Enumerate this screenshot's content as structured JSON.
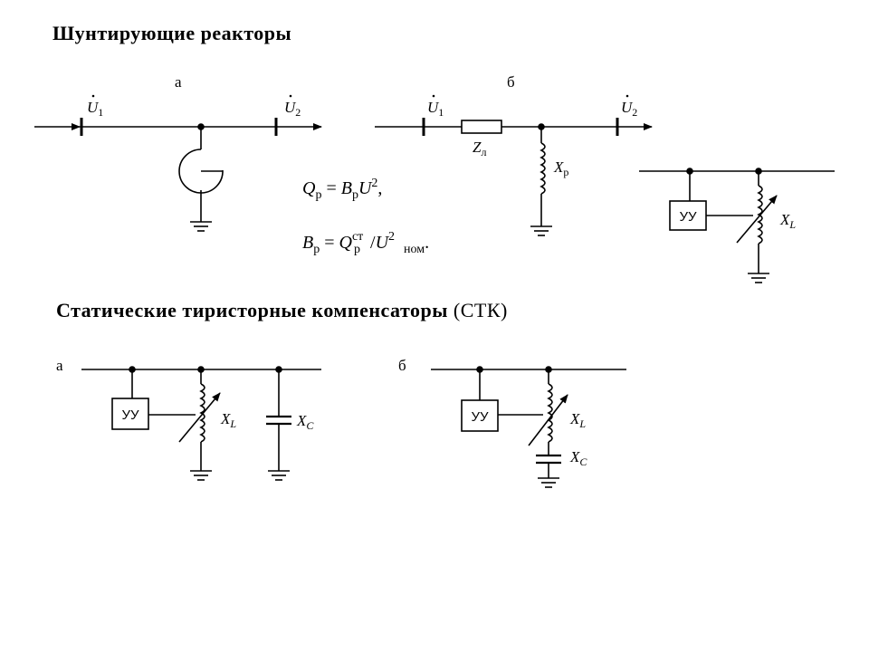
{
  "headings": {
    "shunt_reactors": "Шунтирующие реакторы",
    "stk": "Статические тиристорные компенсаторы",
    "stk_abbr": "(СТК)"
  },
  "panel_labels": {
    "a": "а",
    "b": "б"
  },
  "voltages": {
    "u1_base": "U",
    "u1_sub": "1",
    "u2_base": "U",
    "u2_sub": "2"
  },
  "impedance": {
    "base": "Z",
    "sub": "л"
  },
  "reactor": {
    "base": "X",
    "sub": "р"
  },
  "inductive": {
    "base": "X",
    "sub": "L"
  },
  "capacitive": {
    "base": "X",
    "sub": "C"
  },
  "control_unit": "УУ",
  "formula_q": {
    "lhs_base": "Q",
    "lhs_sub": "р",
    "eq": " = ",
    "b_base": "B",
    "b_sub": "р",
    "u_base": "U",
    "u_sup": "2",
    "tail": ","
  },
  "formula_b": {
    "lhs_base": "B",
    "lhs_sub": "р",
    "eq": " = ",
    "q_base": "Q",
    "q_sup": "ст",
    "q_sub": "р",
    "slash": "/",
    "u_base": "U",
    "u_sup": "2",
    "u_sub": "ном",
    "tail": "."
  }
}
